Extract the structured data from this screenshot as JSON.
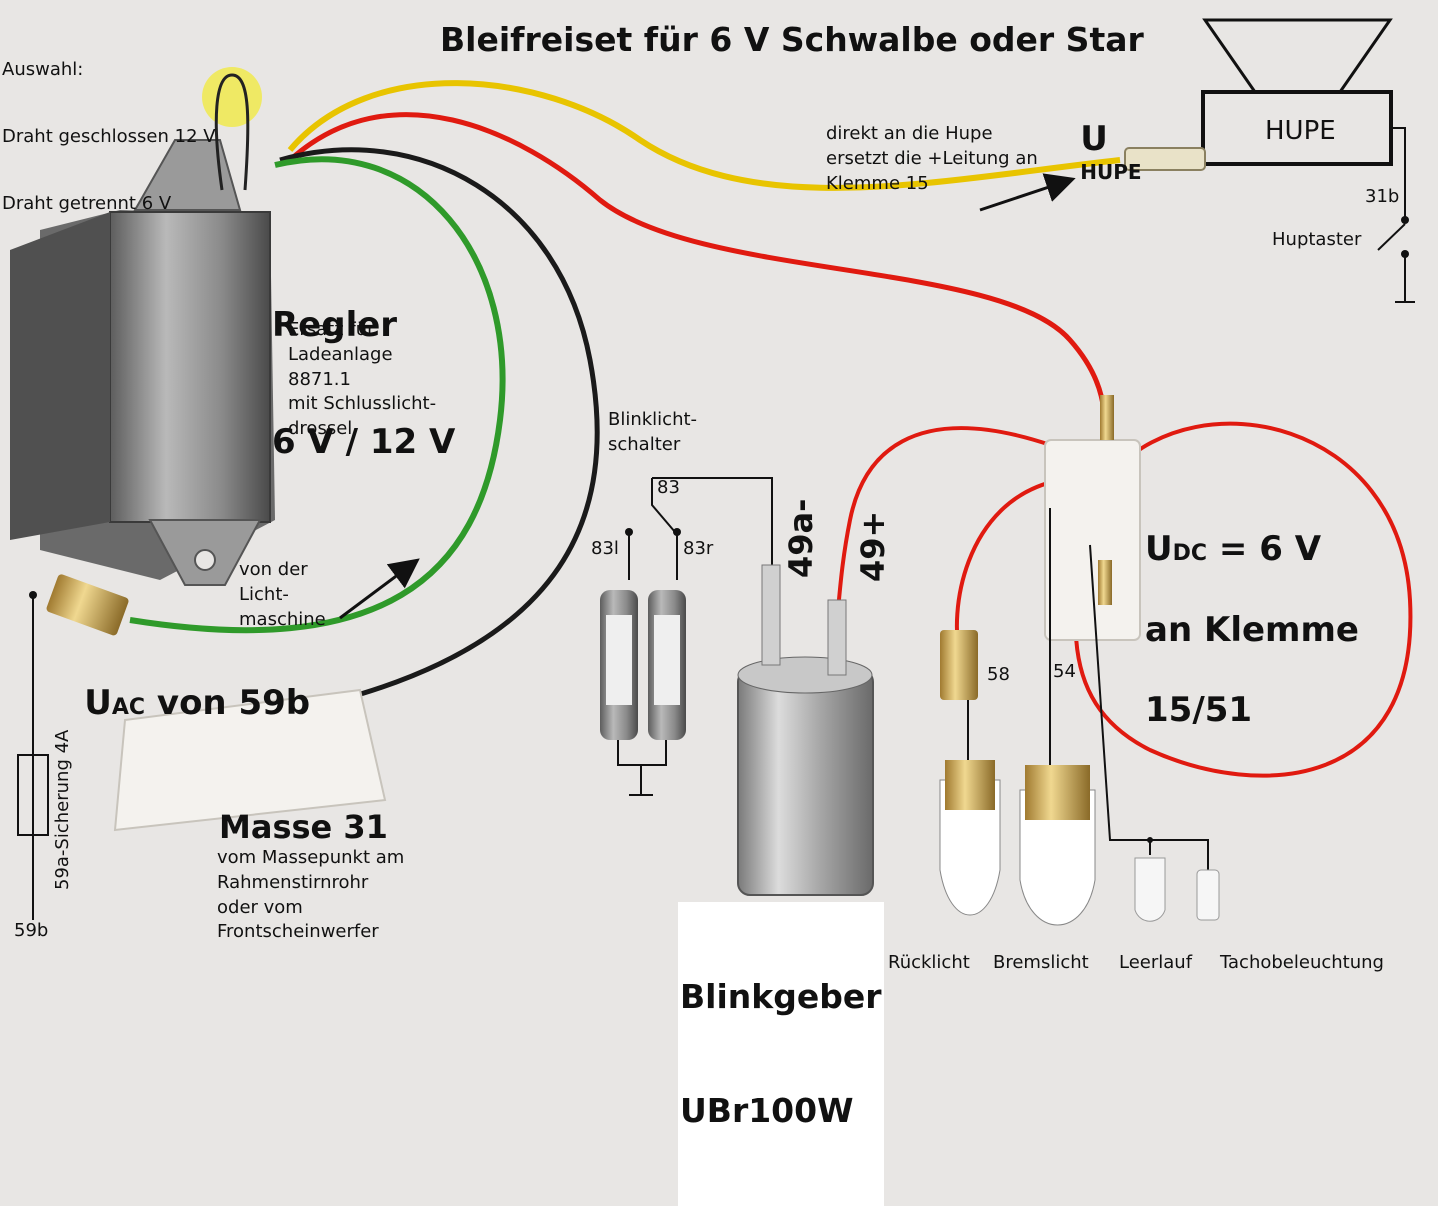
{
  "title": "Bleifreiset für 6 V Schwalbe oder Star",
  "selection_note": {
    "line1": "Auswahl:",
    "line2": "Draht geschlossen 12 V",
    "line3": "Draht getrennt 6 V"
  },
  "regulator": {
    "title_line1": "Regler",
    "title_line2": "6 V / 12 V",
    "desc": "Ersatz für\nLadeanlage\n8871.1\nmit Schlusslicht-\ndrossel"
  },
  "horn": {
    "box_label": "HUPE",
    "u_label": "U",
    "u_sub": "HUPE",
    "note": "direkt an die Hupe\nersetzt die +Leitung an\nKlemme 15",
    "terminal": "31b",
    "switch_label": "Huptaster"
  },
  "generator_note": "von der\nLicht-\nmaschine",
  "uac": {
    "main": "U",
    "sub": "AC",
    "rest": " von 59b"
  },
  "fuse": {
    "label": "59a-Sicherung 4A",
    "terminal": "59b"
  },
  "ground": {
    "title": "Masse 31",
    "desc": "vom Massepunkt am\nRahmenstirnrohr\noder vom\nFrontscheinwerfer"
  },
  "indicator_switch": {
    "label": "Blinklicht-\nschalter",
    "t83": "83",
    "t83l": "83l",
    "t83r": "83r"
  },
  "flasher": {
    "t49a": "49a-",
    "t49": "49+",
    "label_line1": "Blinkgeber",
    "label_line2": "UBr100W"
  },
  "udc": {
    "main": "U",
    "sub": "DC",
    "rest": " = 6 V",
    "line2": "an Klemme",
    "line3": "15/51"
  },
  "terminals": {
    "t58": "58",
    "t54": "54"
  },
  "lamps": [
    "Rücklicht",
    "Bremslicht",
    "Leerlauf",
    "Tachobeleuchtung"
  ],
  "colors": {
    "wire_yellow": "#e8c400",
    "wire_red": "#e01a10",
    "wire_green": "#2f9a2a",
    "wire_black": "#1a1a1a",
    "highlight": "#f2ea3a",
    "background": "#e8e6e4"
  }
}
